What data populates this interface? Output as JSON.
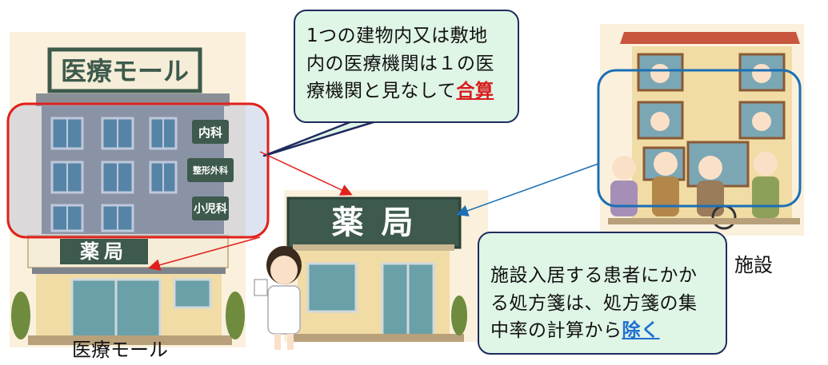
{
  "mall": {
    "sign": "医療モール",
    "clinics": [
      "内科",
      "整形外科",
      "小児科"
    ],
    "pharmacy_sign": "薬局",
    "caption": "医療モール"
  },
  "pharmacy": {
    "sign": "薬 局"
  },
  "facility": {
    "caption": "施設"
  },
  "callout_top": {
    "line1": "1つの建物内又は敷地",
    "line2": "内の医療機関は１の医",
    "line3_prefix": "療機関と見なして",
    "emphasis": "合算"
  },
  "callout_bottom": {
    "line1": "施設入居する患者にかか",
    "line2": "る処方箋は、処方箋の集",
    "line3_prefix": "中率の計算から",
    "emphasis": "除く"
  },
  "colors": {
    "red_frame": "#e0211b",
    "blue_frame": "#1c6fb5",
    "callout_bg": "#dff5e6",
    "callout_border": "#1f2b5e",
    "sign_green": "#3d5a4c"
  }
}
